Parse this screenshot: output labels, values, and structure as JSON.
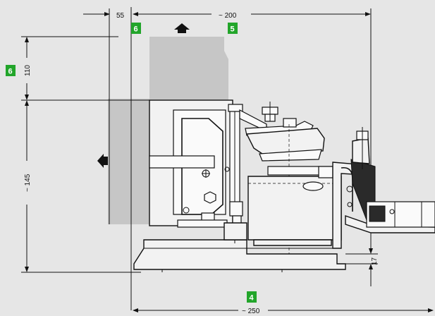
{
  "dimensions": {
    "d55": "55",
    "d200": "~ 200",
    "d110": "110",
    "d145": "~ 145",
    "d17": "17",
    "d250": "~ 250"
  },
  "badges": {
    "b6_top": "6",
    "b5": "5",
    "b6_left": "6",
    "b4": "4"
  },
  "colors": {
    "background": "#e6e6e6",
    "badge": "#22a52a",
    "clearance_zone": "#c6c6c6",
    "line": "#111111"
  },
  "icons": {
    "up_arrow": "arrow-up-icon",
    "left_arrow": "arrow-left-icon"
  }
}
